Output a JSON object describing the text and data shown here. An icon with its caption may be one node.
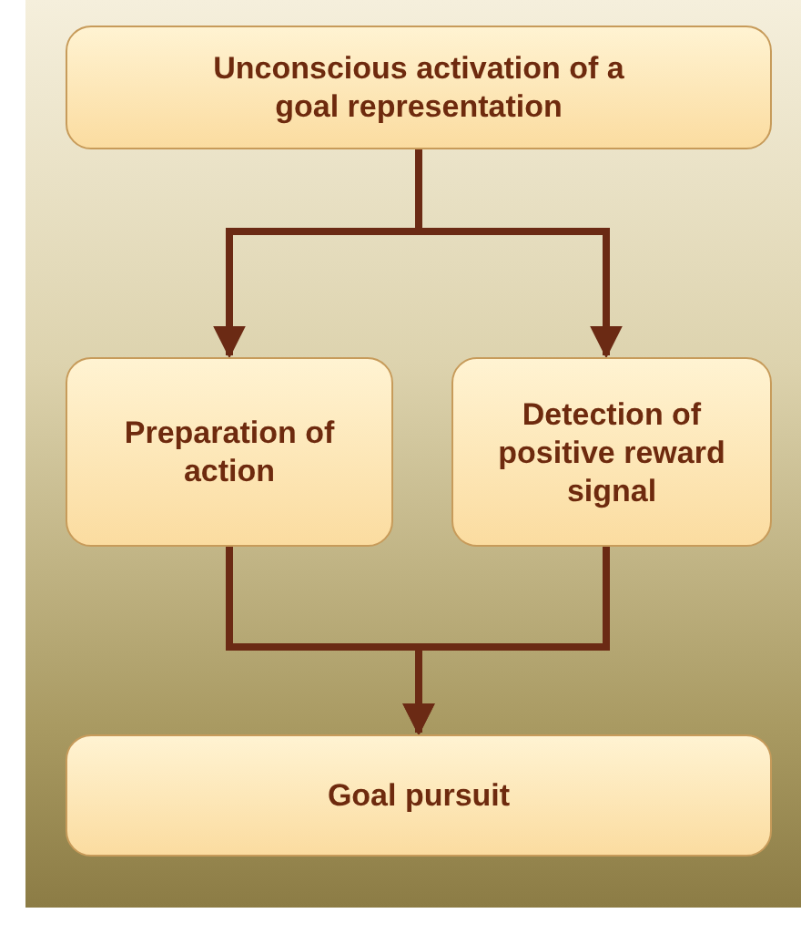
{
  "diagram": {
    "nodes": [
      {
        "text": [
          "Unconscious activation of a goal representation"
        ]
      },
      {
        "text": [
          "Preparation of action"
        ]
      },
      {
        "text": [
          "Detection of positive reward signal"
        ]
      },
      {
        "text": [
          "Goal pursuit"
        ]
      }
    ],
    "edges": [
      {
        "from": 0,
        "to": 1,
        "arrow": "to"
      },
      {
        "from": 0,
        "to": 2,
        "arrow": "to"
      },
      {
        "from": 1,
        "to": 3,
        "arrow": "to"
      },
      {
        "from": 2,
        "to": 3,
        "arrow": "to"
      }
    ]
  }
}
